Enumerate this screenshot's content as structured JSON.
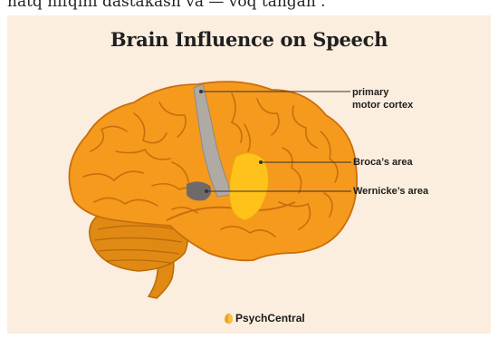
{
  "top_text": "hatq hifqini dastakash va — voq tangan .",
  "title": "Brain Influence on Speech",
  "labels": {
    "primary_motor_cortex_line1": "primary",
    "primary_motor_cortex_line2": "motor cortex",
    "brocas_area": "Broca’s area",
    "wernickes_area": "Wernicke’s area"
  },
  "brand": "PsychCentral",
  "colors": {
    "background": "#fbeede",
    "brain_orange": "#f59a1d",
    "brain_dark": "#c96e0d",
    "motor_cortex_gray": "#b0aaa5",
    "wernicke_dark": "#6f6a6a",
    "broca_yellow": "#ffc21a"
  },
  "icons": [
    "psychcentral-logo-icon"
  ]
}
